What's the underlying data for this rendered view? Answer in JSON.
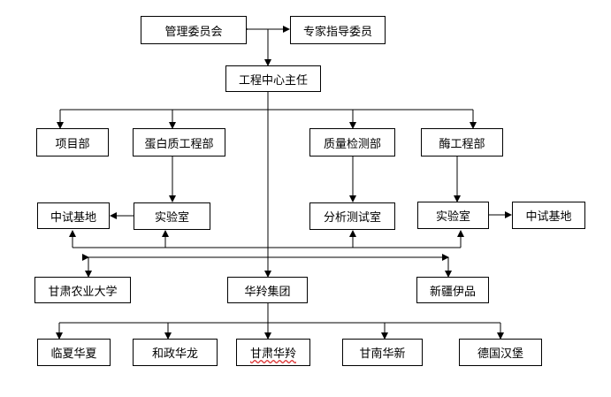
{
  "nodes": {
    "management_committee": "管理委员会",
    "expert_committee": "专家指导委员",
    "director": "工程中心主任",
    "project_dept": "项目部",
    "protein_eng_dept": "蛋白质工程部",
    "quality_dept": "质量检测部",
    "enzyme_eng_dept": "酶工程部",
    "pilot_base_left": "中试基地",
    "lab_left": "实验室",
    "analysis_lab": "分析测试室",
    "lab_right": "实验室",
    "pilot_base_right": "中试基地",
    "gansu_agri_univ": "甘肃农业大学",
    "hualing_group": "华羚集团",
    "xinjiang_yipin": "新疆伊品",
    "linxia_huaxia": "临夏华夏",
    "hezheng_hualong": "和政华龙",
    "gansu_hualing": "甘肃华羚",
    "gannan_huaxin": "甘南华新",
    "germany_hanbao": "德国汉堡"
  },
  "colors": {
    "line": "#000000",
    "border": "#000000",
    "spellcheck_underline": "#dd3333"
  }
}
